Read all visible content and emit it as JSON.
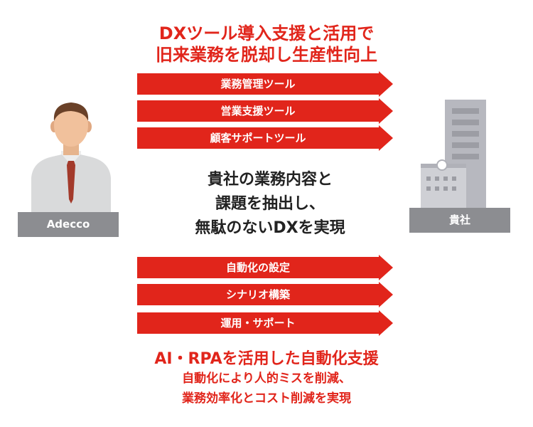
{
  "title": {
    "line1": "DXツール導入支援と活用で",
    "line2": "旧来業務を脱却し生産性向上"
  },
  "top_arrows": [
    {
      "label": "業務管理ツール"
    },
    {
      "label": "営業支援ツール"
    },
    {
      "label": "顧客サポートツール"
    }
  ],
  "center_message": {
    "line1": "貴社の業務内容と",
    "line2": "課題を抽出し、",
    "line3": "無駄のないDXを実現"
  },
  "bottom_arrows": [
    {
      "label": "自動化の設定"
    },
    {
      "label": "シナリオ構築"
    },
    {
      "label": "運用・サポート"
    }
  ],
  "bottom_text": {
    "main": "AI・RPAを活用した自動化支援",
    "sub1": "自動化により人的ミスを削減、",
    "sub2": "業務効率化とコスト削減を実現"
  },
  "left_actor": {
    "label": "Adecco"
  },
  "right_actor": {
    "label": "貴社"
  },
  "colors": {
    "accent": "#e1251b",
    "label_bg": "#8c8d91",
    "building": "#b7b8bf"
  }
}
